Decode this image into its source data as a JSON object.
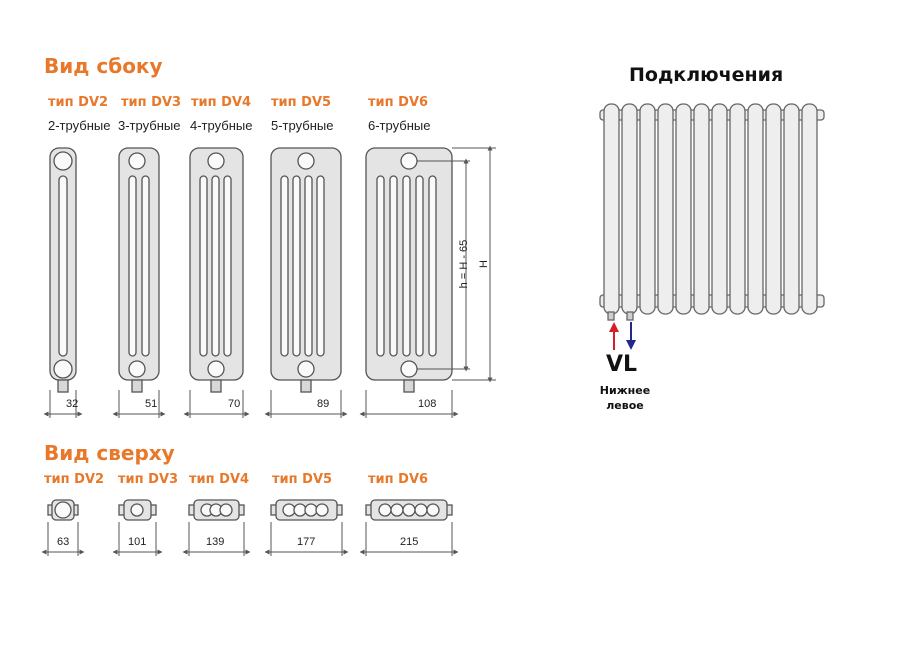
{
  "side_view": {
    "title": "Вид сбоку",
    "columns": [
      {
        "type": "тип DV2",
        "tubes": "2-трубные",
        "depth": "32"
      },
      {
        "type": "тип DV3",
        "tubes": "3-трубные",
        "depth": "51"
      },
      {
        "type": "тип DV4",
        "tubes": "4-трубные",
        "depth": "70"
      },
      {
        "type": "тип DV5",
        "tubes": "5-трубные",
        "depth": "89"
      },
      {
        "type": "тип DV6",
        "tubes": "6-трубные",
        "depth": "108"
      }
    ],
    "height_label_inner": "h = H - 65",
    "height_label_outer": "H"
  },
  "top_view": {
    "title": "Вид сверху",
    "columns": [
      {
        "type": "тип DV2",
        "width": "63"
      },
      {
        "type": "тип DV3",
        "width": "101"
      },
      {
        "type": "тип DV4",
        "width": "139"
      },
      {
        "type": "тип DV5",
        "width": "177"
      },
      {
        "type": "тип DV6",
        "width": "215"
      }
    ]
  },
  "connections": {
    "title": "Подключения",
    "code": "VL",
    "description_line1": "Нижнее",
    "description_line2": "левое",
    "inlet_color": "#d4202a",
    "outlet_color": "#1f2a8c"
  },
  "colors": {
    "accent": "#e8782a",
    "body_fill": "#e4e4e4",
    "outline": "#555555"
  }
}
